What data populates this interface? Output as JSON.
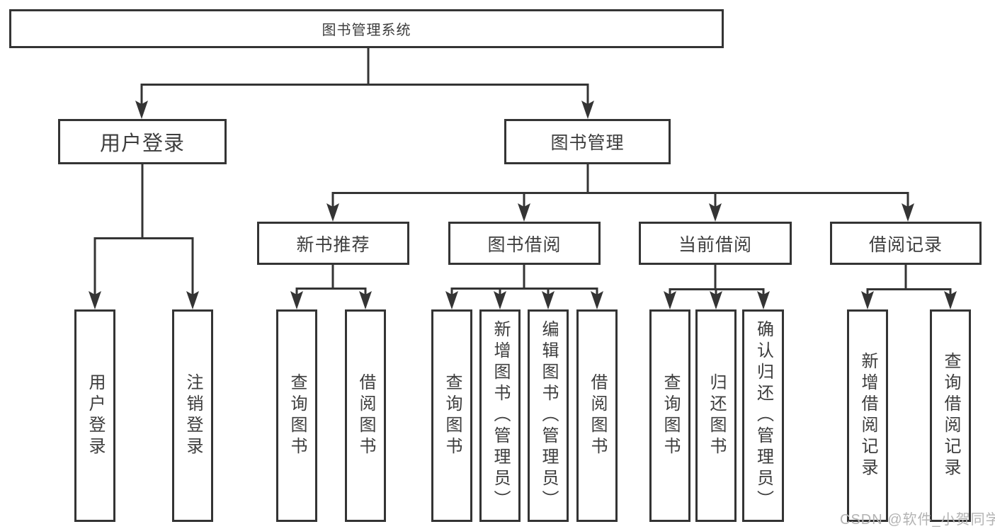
{
  "colors": {
    "line": "#343434",
    "text": "#3d3d3d",
    "background": "#ffffff",
    "watermark": "#b3b3b3"
  },
  "watermark": "CSDN @软件_小贺同学",
  "tree": {
    "root": "图书管理系统",
    "branches": [
      {
        "label": "用户登录",
        "children": [
          "用户登录",
          "注销登录"
        ]
      },
      {
        "label": "图书管理",
        "children": [
          {
            "label": "新书推荐",
            "children": [
              "查询图书",
              "借阅图书"
            ]
          },
          {
            "label": "图书借阅",
            "children": [
              "查询图书",
              "新增图书（管理员）",
              "编辑图书（管理员）",
              "借阅图书"
            ]
          },
          {
            "label": "当前借阅",
            "children": [
              "查询图书",
              "归还图书",
              "确认归还（管理员）"
            ]
          },
          {
            "label": "借阅记录",
            "children": [
              "新增借阅记录",
              "查询借阅记录"
            ]
          }
        ]
      }
    ]
  }
}
